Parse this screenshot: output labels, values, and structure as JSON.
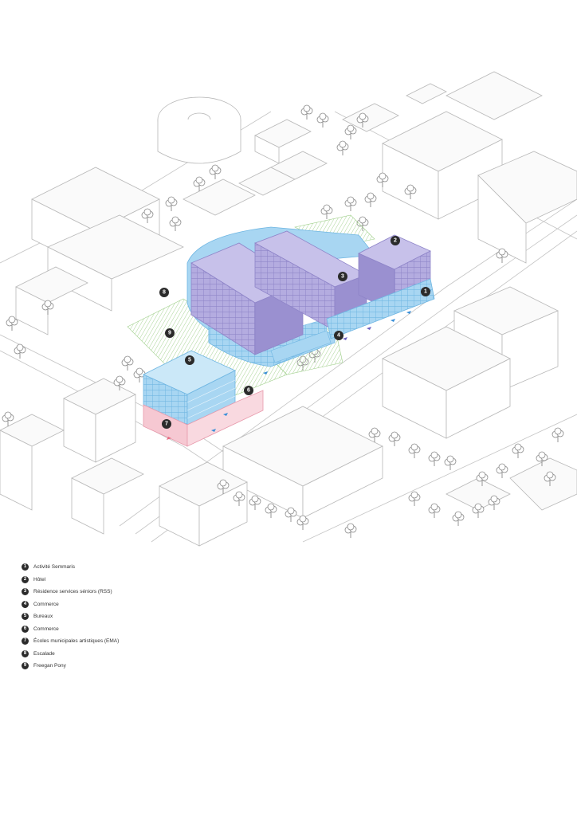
{
  "legend": [
    {
      "num": "1",
      "label": "Activité Semmaris"
    },
    {
      "num": "2",
      "label": "Hôtel"
    },
    {
      "num": "3",
      "label": "Résidence services séniors (RSS)"
    },
    {
      "num": "4",
      "label": "Commerce"
    },
    {
      "num": "5",
      "label": "Bureaux"
    },
    {
      "num": "6",
      "label": "Commerce"
    },
    {
      "num": "7",
      "label": "Écoles municipales artistiques (EMA)"
    },
    {
      "num": "8",
      "label": "Escalade"
    },
    {
      "num": "9",
      "label": "Freegan Pony"
    }
  ],
  "colors": {
    "purple": "#b4ace0",
    "purple_dark": "#9a90d0",
    "blue": "#a8d6f2",
    "blue_dark": "#7fc0ea",
    "pink": "#f6c8d2",
    "green_hatch": "#9fcf8a",
    "marker": "#2b2b2b"
  },
  "icons": [
    "numbered-marker-icon",
    "tree-icon",
    "arrow-icon"
  ]
}
